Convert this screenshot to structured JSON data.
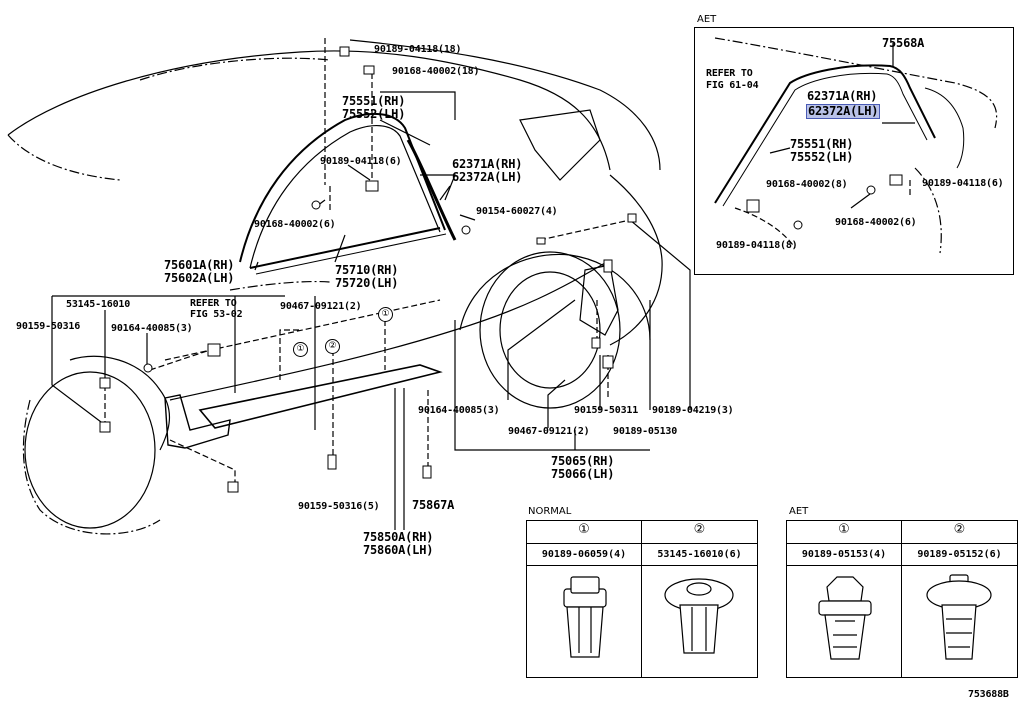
{
  "labels": {
    "p_90189_04118_18": "90189-04118(18)",
    "p_90168_40002_18": "90168-40002(18)",
    "p_75551_rh": "75551(RH)",
    "p_75552_lh": "75552(LH)",
    "p_90189_04118_6": "90189-04118(6)",
    "p_62371a_rh": "62371A(RH)",
    "p_62372a_lh": "62372A(LH)",
    "p_90168_40002_6": "90168-40002(6)",
    "p_90154_60027_4": "90154-60027(4)",
    "p_75601a_rh": "75601A(RH)",
    "p_75602a_lh": "75602A(LH)",
    "p_75710_rh": "75710(RH)",
    "p_75720_lh": "75720(LH)",
    "p_53145_16010": "53145-16010",
    "refer_53_line1": "REFER TO",
    "refer_53_line2": "FIG 53-02",
    "p_90467_09121_2_top": "90467-09121(2)",
    "p_90159_50316": "90159-50316",
    "p_90164_40085_3_left": "90164-40085(3)",
    "p_90164_40085_3_right": "90164-40085(3)",
    "p_90159_50311": "90159-50311",
    "p_90189_04219_3": "90189-04219(3)",
    "p_90467_09121_2_bottom": "90467-09121(2)",
    "p_90189_05130": "90189-05130",
    "p_75065_rh": "75065(RH)",
    "p_75066_lh": "75066(LH)",
    "p_90159_50316_5": "90159-50316(5)",
    "p_75867a": "75867A",
    "p_75850a_rh": "75850A(RH)",
    "p_75860a_lh": "75860A(LH)",
    "callout_1": "①",
    "callout_2": "②"
  },
  "aet_inset": {
    "title": "AET",
    "p_75568a": "75568A",
    "refer_61_line1": "REFER TO",
    "refer_61_line2": "FIG 61-04",
    "p_62371a_rh": "62371A(RH)",
    "p_62372a_lh": "62372A(LH)",
    "p_75551_rh": "75551(RH)",
    "p_75552_lh": "75552(LH)",
    "p_90168_40002_8": "90168-40002(8)",
    "p_90189_04118_6": "90189-04118(6)",
    "p_90168_40002_6": "90168-40002(6)",
    "p_90189_04118_8": "90189-04118(8)"
  },
  "normal_table": {
    "title": "NORMAL",
    "cols": [
      {
        "num": "①",
        "part": "90189-06059(4)"
      },
      {
        "num": "②",
        "part": "53145-16010(6)"
      }
    ]
  },
  "aet_table": {
    "title": "AET",
    "cols": [
      {
        "num": "①",
        "part": "90189-05153(4)"
      },
      {
        "num": "②",
        "part": "90189-05152(6)"
      }
    ]
  },
  "figure_id": "753688B"
}
